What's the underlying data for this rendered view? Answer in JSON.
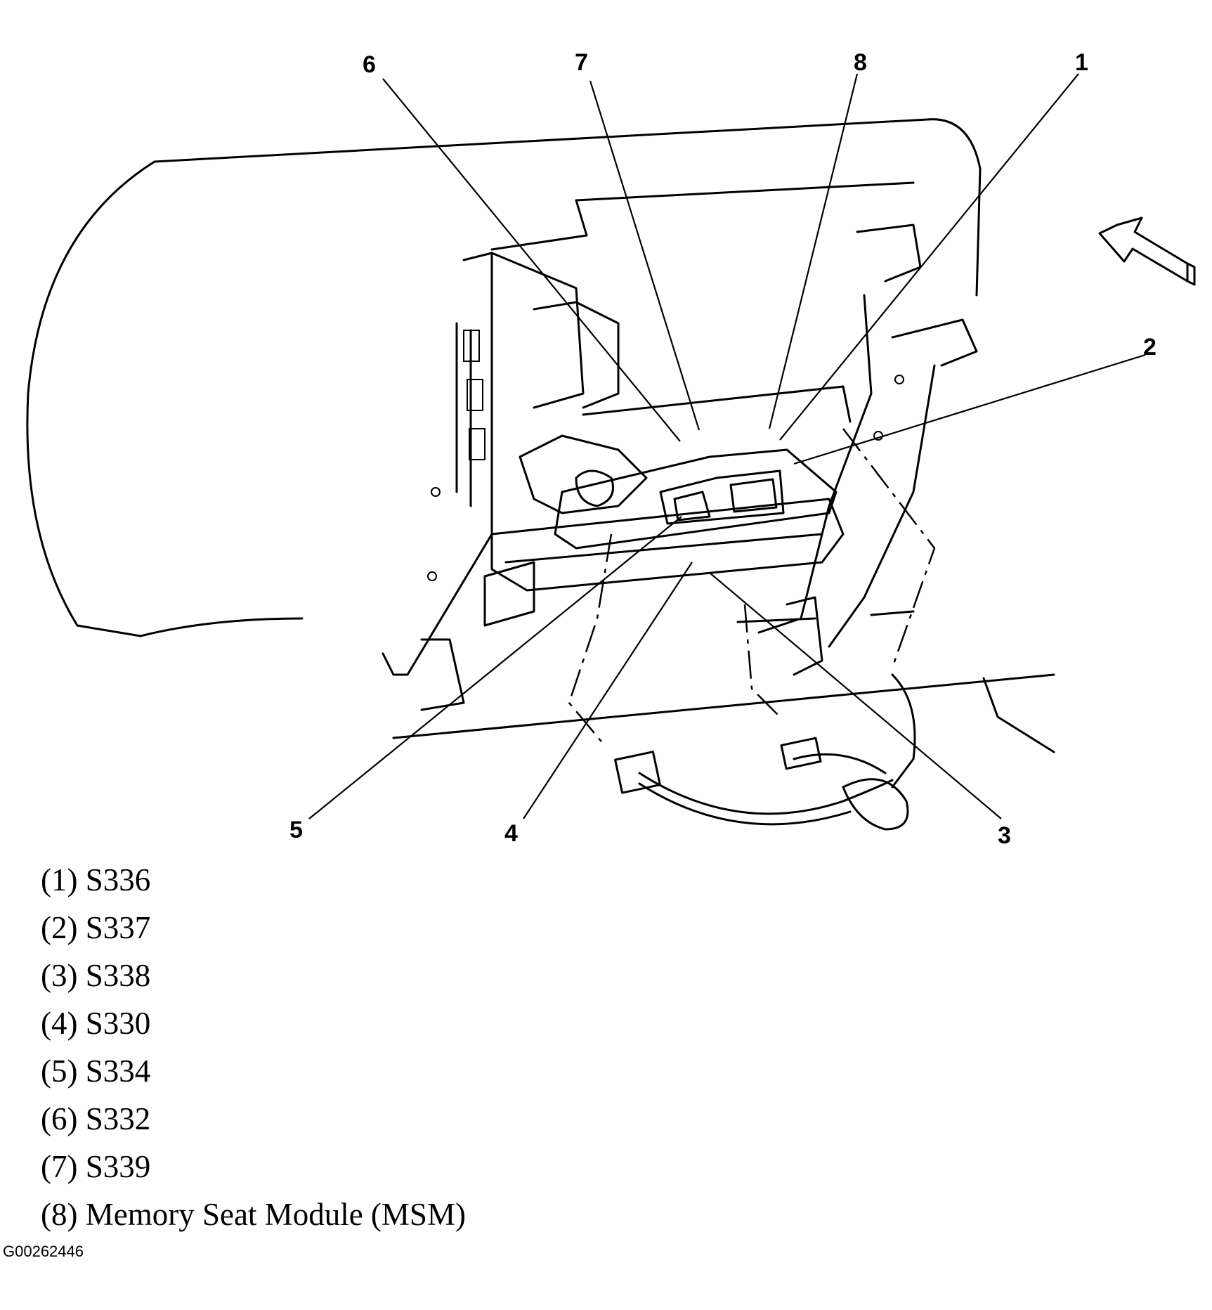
{
  "callouts": [
    "1",
    "2",
    "3",
    "4",
    "5",
    "6",
    "7",
    "8"
  ],
  "legend": [
    {
      "number": "(1)",
      "text": "S336"
    },
    {
      "number": "(2)",
      "text": "S337"
    },
    {
      "number": "(3)",
      "text": "S338"
    },
    {
      "number": "(4)",
      "text": "S330"
    },
    {
      "number": "(5)",
      "text": "S334"
    },
    {
      "number": "(6)",
      "text": "S332"
    },
    {
      "number": "(7)",
      "text": "S339"
    },
    {
      "number": "(8)",
      "text": "Memory Seat Module (MSM)"
    }
  ],
  "figure_id": "G00262446",
  "icons": [
    "direction-arrow-icon"
  ]
}
